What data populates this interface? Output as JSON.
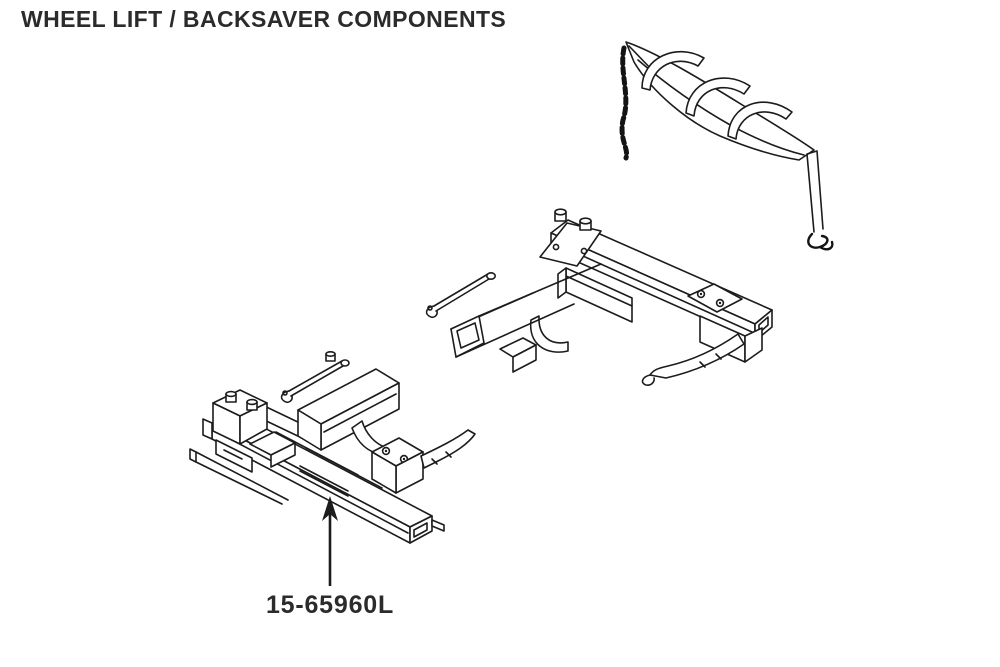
{
  "title": "WHEEL LIFT / BACKSAVER COMPONENTS",
  "part_label": {
    "text": "15-65960L",
    "points_to": "crossbar-assembly"
  },
  "diagram": {
    "type": "exploded-parts-line-drawing",
    "components": [
      "wheel-strap-sling-assembly",
      "safety-chain",
      "strap-hook",
      "wheel-lift-boom-assembly",
      "hitch-pin-upper",
      "hitch-pin-lower",
      "crossbar-assembly"
    ],
    "labeled_component": "crossbar-assembly",
    "colors": {
      "background": "#ffffff",
      "line": "#1c1c1c",
      "text": "#2b2b2b"
    }
  }
}
